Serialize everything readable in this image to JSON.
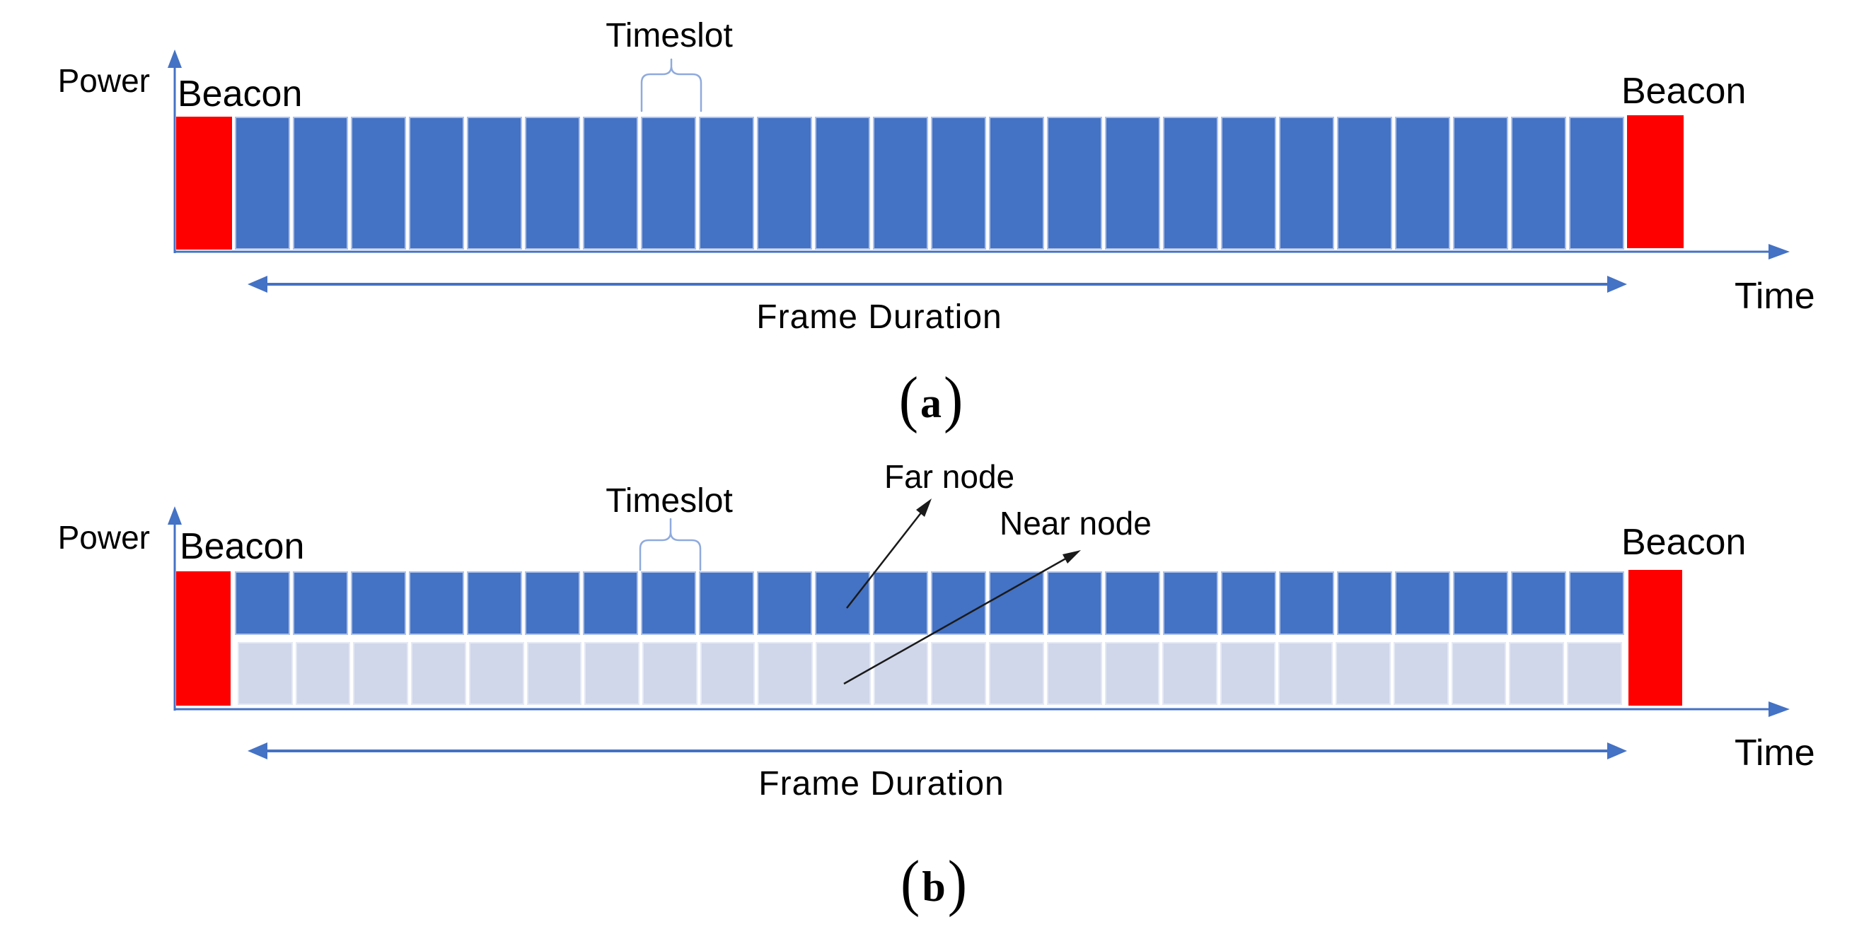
{
  "colors": {
    "slot_blue": "#4472C4",
    "slot_blue_border": "#AFC3E9",
    "slot_light": "#D0D7EA",
    "slot_light_border": "#E4E9F5",
    "beacon_red": "#FF0000",
    "axis_blue": "#4472C4",
    "brace_blue": "#8FAADC",
    "annotation_black": "#1A1A1A",
    "text_black": "#000000"
  },
  "diagram_a": {
    "power_label": "Power",
    "beacon_left_label": "Beacon",
    "beacon_right_label": "Beacon",
    "timeslot_label": "Timeslot",
    "frame_duration_label": "Frame Duration",
    "time_label": "Time",
    "caption_open": "(",
    "caption_letter": "a",
    "caption_close": ")",
    "slot_count": 24
  },
  "diagram_b": {
    "power_label": "Power",
    "beacon_left_label": "Beacon",
    "beacon_right_label": "Beacon",
    "timeslot_label": "Timeslot",
    "far_node_label": "Far node",
    "near_node_label": "Near node",
    "frame_duration_label": "Frame Duration",
    "time_label": "Time",
    "caption_open": "(",
    "caption_letter": "b",
    "caption_close": ")",
    "far_slot_count": 24,
    "near_slot_count": 24
  }
}
